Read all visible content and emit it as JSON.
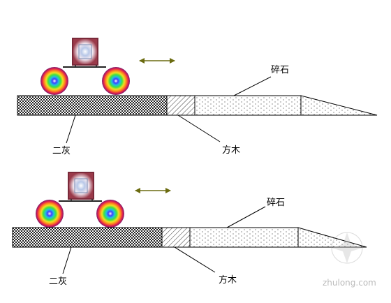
{
  "diagrams": [
    {
      "labels": {
        "gravel": "碎石",
        "timber": "方木",
        "lime_fly_ash": "二灰"
      }
    },
    {
      "labels": {
        "gravel": "碎石",
        "timber": "方木",
        "lime_fly_ash": "二灰"
      }
    }
  ],
  "watermark": "zhulong.com",
  "colors": {
    "arrow": "#6b6b10",
    "roller_outer": "#7a1f6b"
  }
}
